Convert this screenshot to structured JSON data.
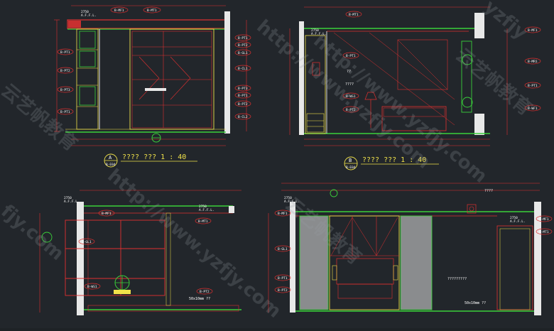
{
  "drawing": {
    "titles": {
      "a_text": "????   ???  1 : 40",
      "a_letter": "A",
      "a_sheet": "B-E04",
      "b_text": "????   ???  1 : 40",
      "b_letter": "B",
      "b_sheet": "B-E04"
    },
    "tags": {
      "mf1": "B-MF1",
      "mt1": "B-MT1",
      "pt1": "B-PT1",
      "pt2": "B-PT2",
      "pt3": "B-PT3",
      "cl1": "B-CL1",
      "cl2": "B-CL2",
      "gl1": "B-GL1",
      "ws1": "B-WS1",
      "wf1": "B-WF1",
      "mr1": "B-MR1"
    },
    "levels": {
      "affl_a": "2750\nA.F.F.L.",
      "affl_b": "2750\nA.F.F.L.",
      "affl_c": "2750\nA.F.F.L.",
      "affl_d": "2750\nA.F.F.L."
    },
    "notes": {
      "q2": "??",
      "q4": "????",
      "q9": "?????????",
      "q4b": "????",
      "size_note": "50x10mm  ??"
    },
    "watermarks": {
      "url": "http://www.yzfjy.com",
      "cn": "云艺帆教育",
      "corner": "yzfjy",
      "partial": "fjy.com"
    }
  }
}
